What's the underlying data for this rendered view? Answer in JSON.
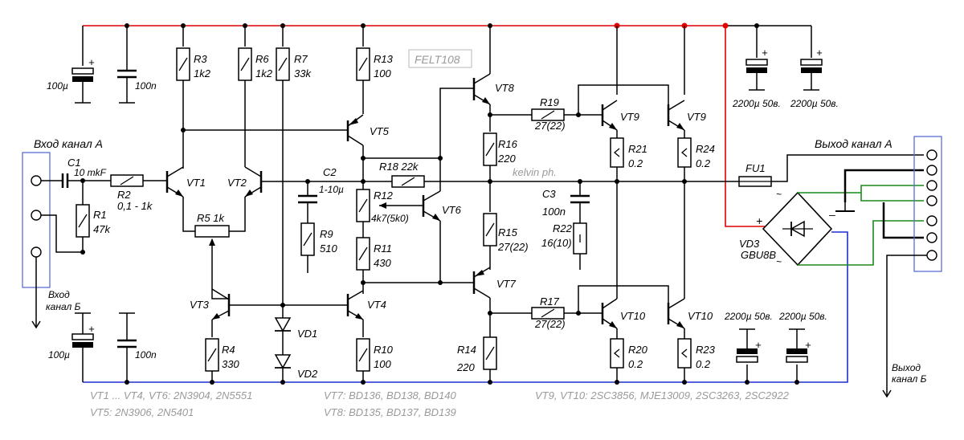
{
  "watermark": "FELT108",
  "credit": "kelvin ph.",
  "input_a_label": "Вход канал А",
  "input_b_label": "Вход канал Б",
  "input_b_line2": "канал Б",
  "input_b_line1": "Вход",
  "output_a_label": "Выход канал А",
  "output_b_line1": "Выход",
  "output_b_line2": "канал Б",
  "components": {
    "R1": {
      "name": "R1",
      "value": "47k"
    },
    "R2": {
      "name": "R2",
      "value": "0,1 - 1k"
    },
    "R3": {
      "name": "R3",
      "value": "1k2"
    },
    "R4": {
      "name": "R4",
      "value": "330"
    },
    "R5": {
      "name": "R5 1k"
    },
    "R6": {
      "name": "R6",
      "value": "1k2"
    },
    "R7": {
      "name": "R7",
      "value": "33k"
    },
    "R9": {
      "name": "R9",
      "value": "510"
    },
    "R10": {
      "name": "R10",
      "value": "100"
    },
    "R11": {
      "name": "R11",
      "value": "430"
    },
    "R12": {
      "name": "R12",
      "value": "4k7(5k0)"
    },
    "R13": {
      "name": "R13",
      "value": "100"
    },
    "R14": {
      "name": "R14",
      "value": "220"
    },
    "R15": {
      "name": "R15",
      "value": "27(22)"
    },
    "R16": {
      "name": "R16",
      "value": "220"
    },
    "R17": {
      "name": "R17",
      "value": "27(22)"
    },
    "R18": {
      "name": "R18 22k"
    },
    "R19": {
      "name": "R19",
      "value": "27(22)"
    },
    "R20": {
      "name": "R20",
      "value": "0.2"
    },
    "R21": {
      "name": "R21",
      "value": "0.2"
    },
    "R22": {
      "name": "R22",
      "value": "16(10)"
    },
    "R23": {
      "name": "R23",
      "value": "0.2"
    },
    "R24": {
      "name": "R24",
      "value": "0.2"
    },
    "C1": {
      "name": "C1",
      "value": "10 mkF"
    },
    "C2": {
      "name": "C2",
      "value": "1-10µ"
    },
    "C3": {
      "name": "C3",
      "value": "100n"
    },
    "FU1": {
      "name": "FU1"
    },
    "VD1": {
      "name": "VD1"
    },
    "VD2": {
      "name": "VD2"
    },
    "VD3": {
      "name": "VD3",
      "value": "GBU8B"
    },
    "VT1": "VT1",
    "VT2": "VT2",
    "VT3": "VT3",
    "VT4": "VT4",
    "VT5": "VT5",
    "VT6": "VT6",
    "VT7": "VT7",
    "VT8": "VT8",
    "VT9": "VT9",
    "VT10": "VT10",
    "cap_top_left": "100µ",
    "cap_top_left2": "100n",
    "cap_bot_left": "100µ",
    "cap_bot_left2": "100n",
    "cap_big": "2200µ 50в."
  },
  "legend": {
    "line1": "VT1 ... VT4, VT6: 2N3904, 2N5551",
    "line2": "VT5: 2N3906, 2N5401",
    "line3": "VT7: BD136, BD138, BD140",
    "line4": "VT8: BD135, BD137, BD139",
    "line5": "VT9, VT10: 2SC3856, MJE13009, 2SC3263, 2SC2922"
  },
  "colors": {
    "positive_rail": "#e00000",
    "negative_rail": "#1f2fd0",
    "ac_wires": "#1a8a1a",
    "annotation": "#9a9a9a"
  }
}
